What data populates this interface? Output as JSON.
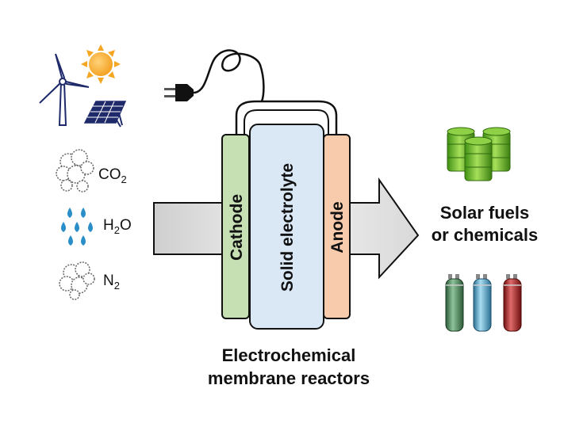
{
  "inputs": {
    "co2": {
      "base": "CO",
      "sub": "2"
    },
    "h2o": {
      "base1": "H",
      "sub": "2",
      "base2": "O"
    },
    "n2": {
      "base": "N",
      "sub": "2"
    }
  },
  "reactor": {
    "cathode": "Cathode",
    "electrolyte": "Solid electrolyte",
    "anode": "Anode",
    "caption_line1": "Electrochemical",
    "caption_line2": "membrane reactors"
  },
  "outputs": {
    "line1": "Solar fuels",
    "line2": "or chemicals"
  },
  "colors": {
    "cathode": "#c6e0b4",
    "electrolyte": "#dae8f5",
    "anode": "#f8cbad",
    "sun": "#f5a623",
    "panel": "#1f2a6b",
    "barrel": "#6cbf2e",
    "cylinder_green": "#3d7a4a",
    "cylinder_blue": "#3d8fb8",
    "cylinder_red": "#a11b1b"
  },
  "icons": [
    "wind-turbine-icon",
    "sun-icon",
    "solar-panel-icon",
    "power-plug-icon",
    "cloud-icon",
    "water-drops-icon",
    "barrels-icon",
    "gas-cylinders-icon"
  ]
}
